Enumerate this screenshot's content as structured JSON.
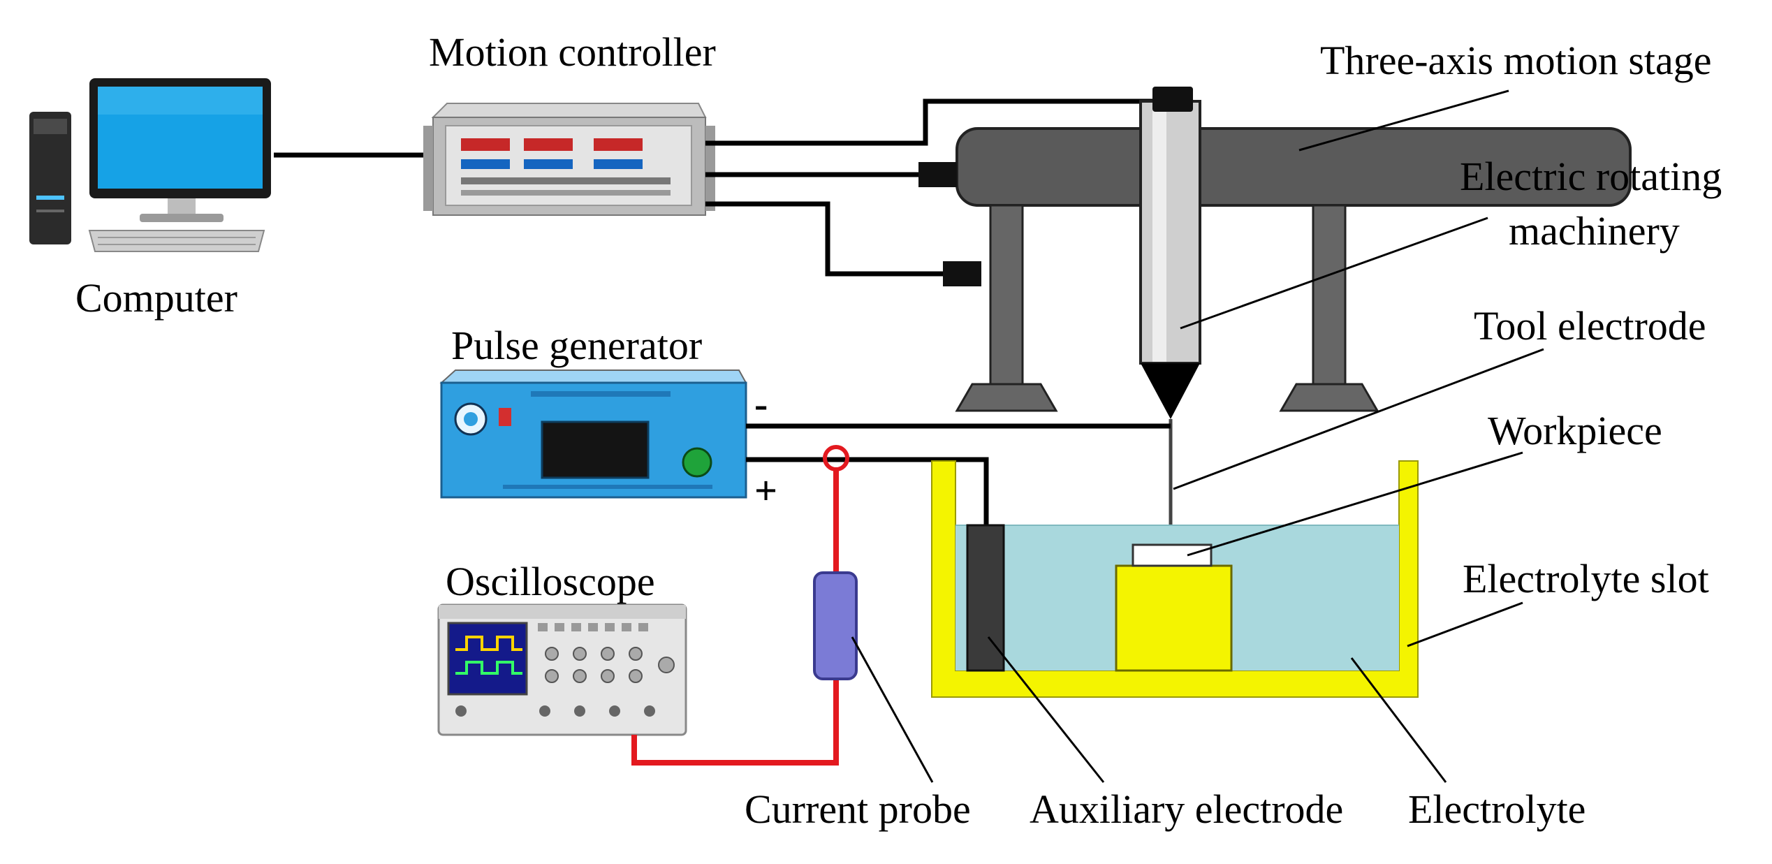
{
  "labels": {
    "computer": "Computer",
    "motion_controller": "Motion controller",
    "three_axis_stage": "Three-axis motion stage",
    "electric_rotating_1": "Electric rotating",
    "electric_rotating_2": "machinery",
    "tool_electrode": "Tool electrode",
    "pulse_generator": "Pulse generator",
    "workpiece": "Workpiece",
    "oscilloscope": "Oscilloscope",
    "electrolyte_slot": "Electrolyte slot",
    "current_probe": "Current probe",
    "auxiliary_electrode": "Auxiliary electrode",
    "electrolyte": "Electrolyte",
    "minus_sign": "-",
    "plus_sign": "+"
  },
  "colors": {
    "stage_body": "#5a5a5a",
    "stage_legs": "#666666",
    "electrolyte": "#a9d8dd",
    "slot": "#f4f400",
    "workpiece_holder": "#f4f400",
    "probe": "#7b7bd6",
    "probe_wire": "#e3191f",
    "pulse_panel": "#2f9fe0",
    "monitor_screen": "#16a2e6"
  },
  "icons": {
    "computer": "desktop-computer-icon",
    "motion_controller": "controller-box-icon",
    "pulse_generator": "pulse-generator-icon",
    "oscilloscope": "oscilloscope-icon"
  }
}
